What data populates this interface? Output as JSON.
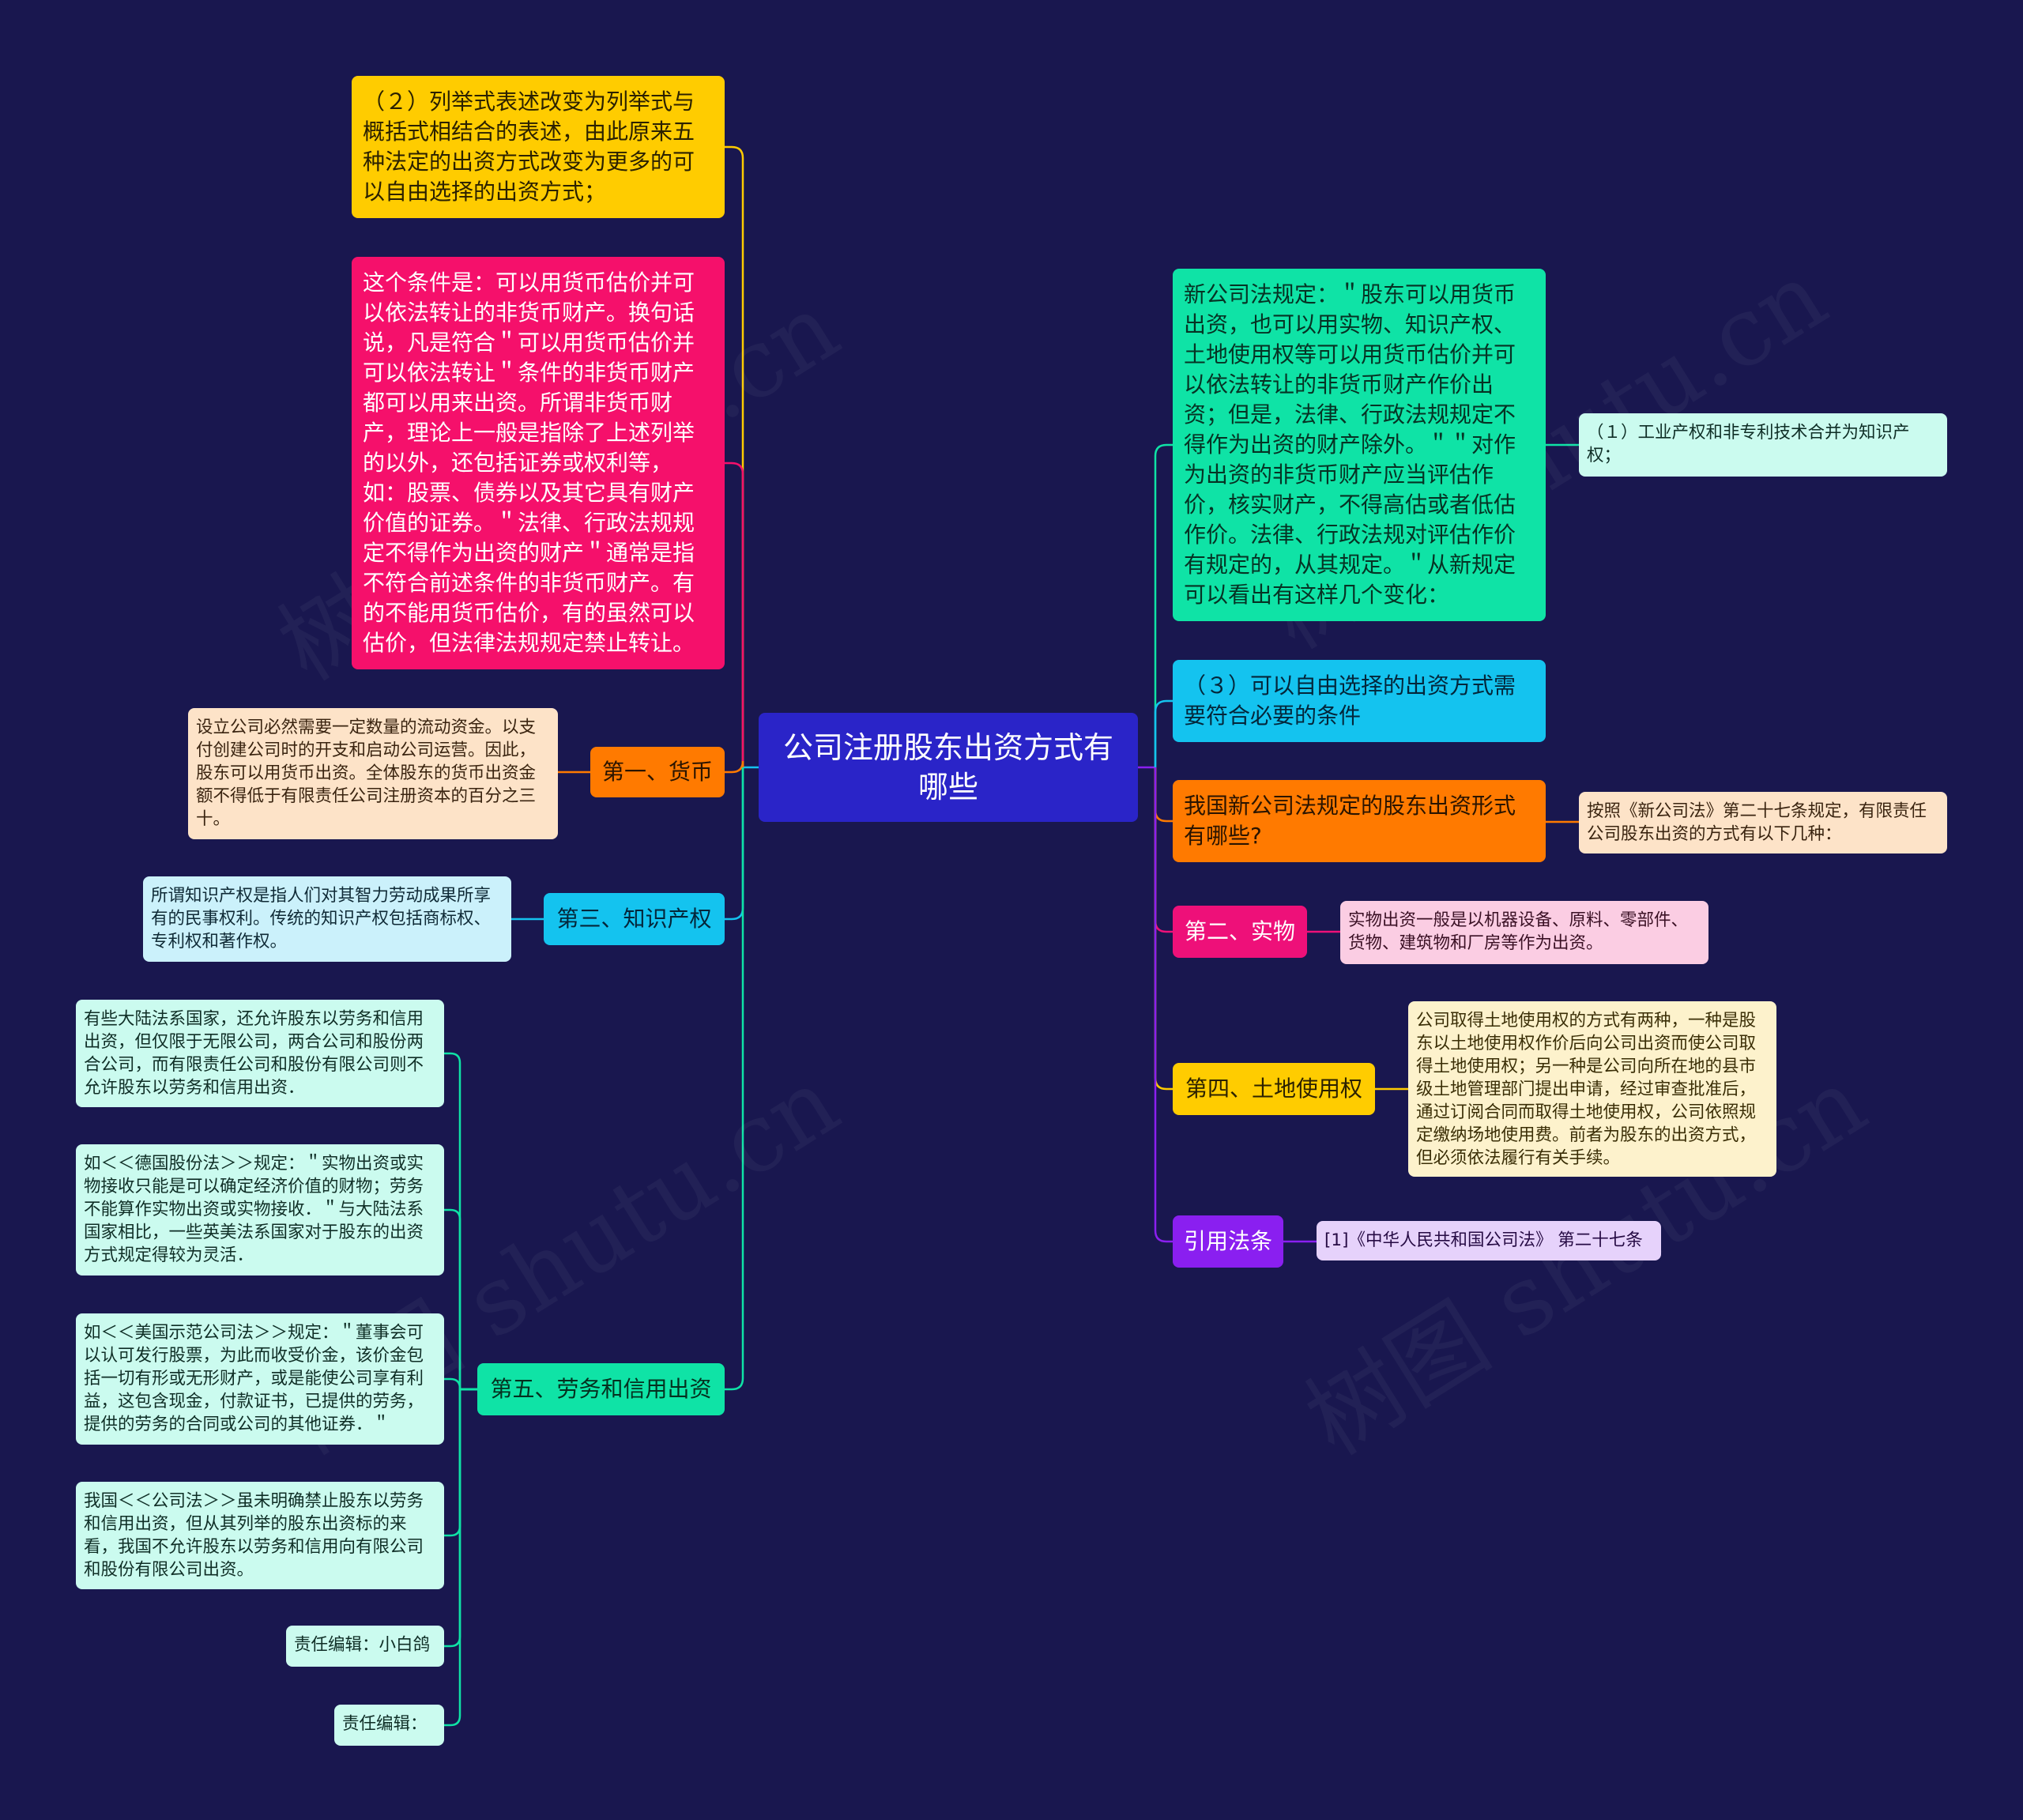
{
  "colors": {
    "background": "#19174f",
    "root": "#2a24c8",
    "yellow": "#ffcc00",
    "magenta": "#f5106b",
    "orange": "#ff7a00",
    "sky": "#14c3ef",
    "teal": "#0fe3a6",
    "pink": "#ee1079",
    "purple": "#8a1ff0"
  },
  "root": {
    "label": "公司注册股东出资方式有哪些"
  },
  "left": {
    "yellow_note": "（２）列举式表述改变为列举式与概括式相结合的表述，由此原来五种法定的出资方式改变为更多的可以自由选择的出资方式；",
    "magenta_note": "这个条件是：可以用货币估价并可以依法转让的非货币财产。换句话说，凡是符合＂可以用货币估价并可以依法转让＂条件的非货币财产都可以用来出资。所谓非货币财产，理论上一般是指除了上述列举的以外，还包括证券或权利等，如：股票、债券以及其它具有财产价值的证券。＂法律、行政法规规定不得作为出资的财产＂通常是指不符合前述条件的非货币财产。有的不能用货币估价，有的虽然可以估价，但法律法规规定禁止转让。",
    "currency": {
      "label": "第一、货币",
      "detail": "设立公司必然需要一定数量的流动资金。以支付创建公司时的开支和启动公司运营。因此，股东可以用货币出资。全体股东的货币出资金额不得低于有限责任公司注册资本的百分之三十。"
    },
    "ip": {
      "label": "第三、知识产权",
      "detail": "所谓知识产权是指人们对其智力劳动成果所享有的民事权利。传统的知识产权包括商标权、专利权和著作权。"
    },
    "labor": {
      "label": "第五、劳务和信用出资",
      "items": [
        "有些大陆法系国家，还允许股东以劳务和信用出资，但仅限于无限公司，两合公司和股份两合公司，而有限责任公司和股份有限公司则不允许股东以劳务和信用出资．",
        "如＜＜德国股份法＞＞规定：＂实物出资或实物接收只能是可以确定经济价值的财物；劳务不能算作实物出资或实物接收．＂与大陆法系国家相比，一些英美法系国家对于股东的出资方式规定得较为灵活．",
        "如＜＜美国示范公司法＞＞规定：＂董事会可以认可发行股票，为此而收受价金，该价金包括一切有形或无形财产，或是能使公司享有利益，这包含现金，付款证书，已提供的劳务，提供的劳务的合同或公司的其他证券．＂",
        "我国＜＜公司法＞＞虽未明确禁止股东以劳务和信用出资，但从其列举的股东出资标的来看，我国不允许股东以劳务和信用向有限公司和股份有限公司出资。",
        "责任编辑：小白鸽",
        "责任编辑："
      ]
    }
  },
  "right": {
    "teal_note": "新公司法规定：＂股东可以用货币出资，也可以用实物、知识产权、土地使用权等可以用货币估价并可以依法转让的非货币财产作价出资；但是，法律、行政法规规定不得作为出资的财产除外。＂＂对作为出资的非货币财产应当评估作价，核实财产，不得高估或者低估作价。法律、行政法规对评估作价有规定的，从其规定。＂从新规定可以看出有这样几个变化：",
    "teal_child": "（１）工业产权和非专利技术合并为知识产权；",
    "sky_note": "（３）可以自由选择的出资方式需要符合必要的条件",
    "orange_note": "我国新公司法规定的股东出资形式有哪些?",
    "orange_child": "按照《新公司法》第二十七条规定，有限责任公司股东出资的方式有以下几种：",
    "goods": {
      "label": "第二、实物",
      "detail": "实物出资一般是以机器设备、原料、零部件、货物、建筑物和厂房等作为出资。"
    },
    "land": {
      "label": "第四、土地使用权",
      "detail": "公司取得土地使用权的方式有两种，一种是股东以土地使用权作价后向公司出资而使公司取得土地使用权；另一种是公司向所在地的县市级土地管理部门提出申请，经过审查批准后，通过订阅合同而取得土地使用权，公司依照规定缴纳场地使用费。前者为股东的出资方式，但必须依法履行有关手续。"
    },
    "law": {
      "label": "引用法条",
      "detail": "[1]《中华人民共和国公司法》 第二十七条"
    }
  }
}
